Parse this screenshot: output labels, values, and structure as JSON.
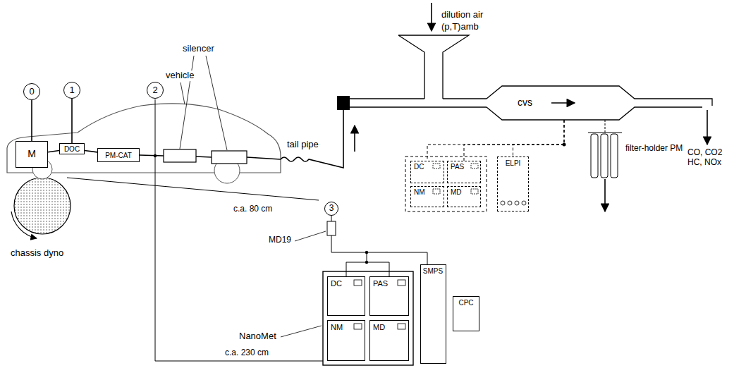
{
  "diagram": {
    "nodes": [
      {
        "text": [
          "0"
        ]
      },
      {
        "text": [
          "1"
        ]
      },
      {
        "text": [
          "2"
        ]
      },
      {
        "text": [
          "M"
        ]
      },
      {
        "text": [
          "DOC"
        ]
      },
      {
        "text": [
          "PM-CAT"
        ]
      },
      {
        "text": [
          "cvs"
        ]
      },
      {
        "text": [
          "DC"
        ]
      },
      {
        "text": [
          "PAS"
        ]
      },
      {
        "text": [
          "NM"
        ]
      },
      {
        "text": [
          "MD"
        ]
      },
      {
        "text": [
          "ELPI"
        ]
      },
      {
        "text": [
          "3"
        ]
      },
      {
        "text": [
          "DC"
        ]
      },
      {
        "text": [
          "PAS"
        ]
      },
      {
        "text": [
          "NM"
        ]
      },
      {
        "text": [
          "MD"
        ]
      },
      {
        "text": [
          "SMPS"
        ]
      },
      {
        "text": [
          "CPC"
        ]
      }
    ],
    "edges": [
      {
        "from": 0,
        "to": 3,
        "arrow": "none"
      },
      {
        "from": 1,
        "to": 4,
        "arrow": "none"
      },
      {
        "from": 3,
        "to": 4,
        "arrow": "none"
      },
      {
        "from": 4,
        "to": 5,
        "arrow": "none"
      },
      {
        "from": 6,
        "to": 7,
        "arrow": "none"
      },
      {
        "from": 6,
        "to": 8,
        "arrow": "none"
      },
      {
        "from": 6,
        "to": 11,
        "arrow": "none"
      }
    ],
    "labels": [
      "dilution air",
      "(p,T)amb",
      "vehicle",
      "silencer",
      "tail pipe",
      "filter-holder PM",
      "CO, CO2 HC, NOx",
      "c.a. 80 cm",
      "chassis dyno",
      "MD19",
      "NanoMet",
      "c.a. 230 cm"
    ]
  }
}
